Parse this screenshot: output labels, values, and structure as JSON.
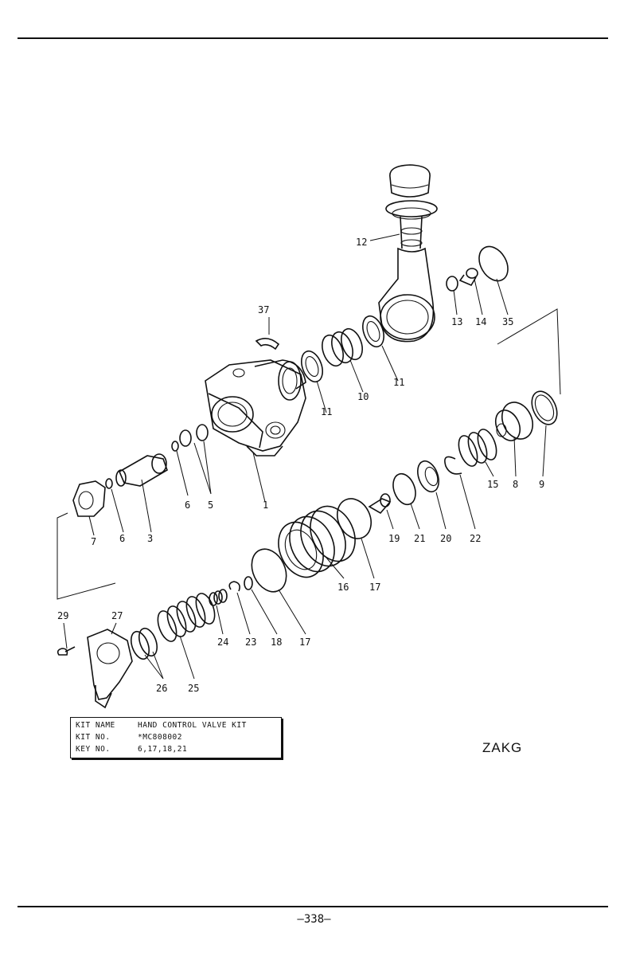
{
  "diagram": {
    "part_labels": [
      "37",
      "12",
      "13",
      "14",
      "35",
      "11",
      "10",
      "11",
      "1",
      "5",
      "6",
      "3",
      "6",
      "7",
      "8",
      "9",
      "15",
      "22",
      "20",
      "21",
      "19",
      "17",
      "16",
      "18",
      "17",
      "23",
      "24",
      "25",
      "26",
      "27",
      "29"
    ]
  },
  "kit_table": {
    "rows": [
      {
        "key": "KIT NAME",
        "value": "HAND CONTROL VALVE KIT"
      },
      {
        "key": "KIT NO.",
        "value": "*MC808002"
      },
      {
        "key": "KEY NO.",
        "value": "6,17,18,21"
      }
    ]
  },
  "model_code": "ZAKG",
  "page_number": "–338–"
}
